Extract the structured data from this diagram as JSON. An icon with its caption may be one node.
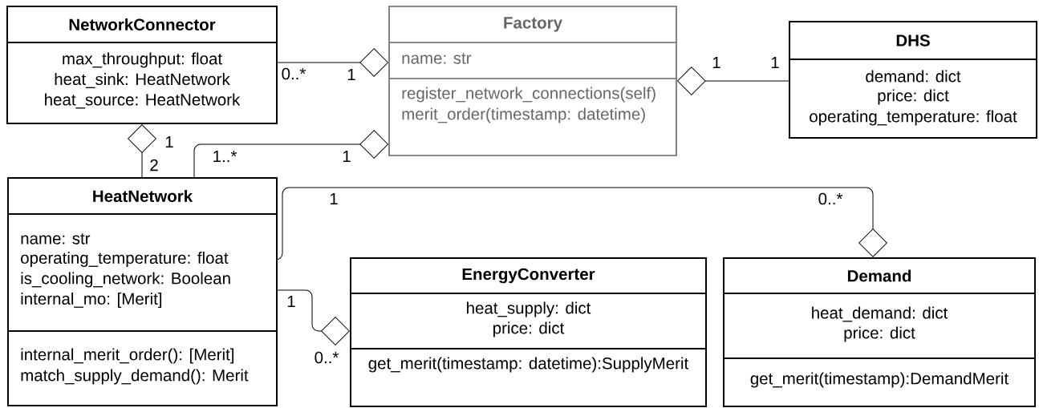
{
  "diagram": {
    "nodes": [
      {
        "text": [
          "NetworkConnector",
          "max_throughput: float",
          "heat_sink: HeatNetwork",
          "heat_source: HeatNetwork"
        ]
      },
      {
        "text": [
          "Factory",
          "name: str",
          "register_network_connections(self)",
          "merit_order(timestamp: datetime)"
        ]
      },
      {
        "text": [
          "DHS",
          "demand: dict",
          "price: dict",
          "operating_temperature: float"
        ]
      },
      {
        "text": [
          "HeatNetwork",
          "name: str",
          "operating_temperature: float",
          "is_cooling_network: Boolean",
          "internal_mo: [Merit]",
          "internal_merit_order(): [Merit]",
          "match_supply_demand(): Merit"
        ]
      },
      {
        "text": [
          "EnergyConverter",
          "heat_supply: dict",
          "price: dict",
          "get_merit(timestamp: datetime):SupplyMerit"
        ]
      },
      {
        "text": [
          "Demand",
          "heat_demand: dict",
          "price: dict",
          "get_merit(timestamp):DemandMerit"
        ]
      }
    ],
    "edges": [
      {
        "from": 0,
        "to": 1,
        "arrow": "other"
      },
      {
        "from": 2,
        "to": 1,
        "arrow": "other"
      },
      {
        "from": 3,
        "to": 0,
        "arrow": "other"
      },
      {
        "from": 3,
        "to": 1,
        "arrow": "other"
      },
      {
        "from": 3,
        "to": 5,
        "arrow": "other"
      },
      {
        "from": 3,
        "to": 4,
        "arrow": "other"
      }
    ],
    "labels": [
      "1",
      "1",
      "0..*",
      "1",
      "1",
      "1..*",
      "1",
      "2",
      "1",
      "0..*",
      "1",
      "0..*"
    ]
  }
}
